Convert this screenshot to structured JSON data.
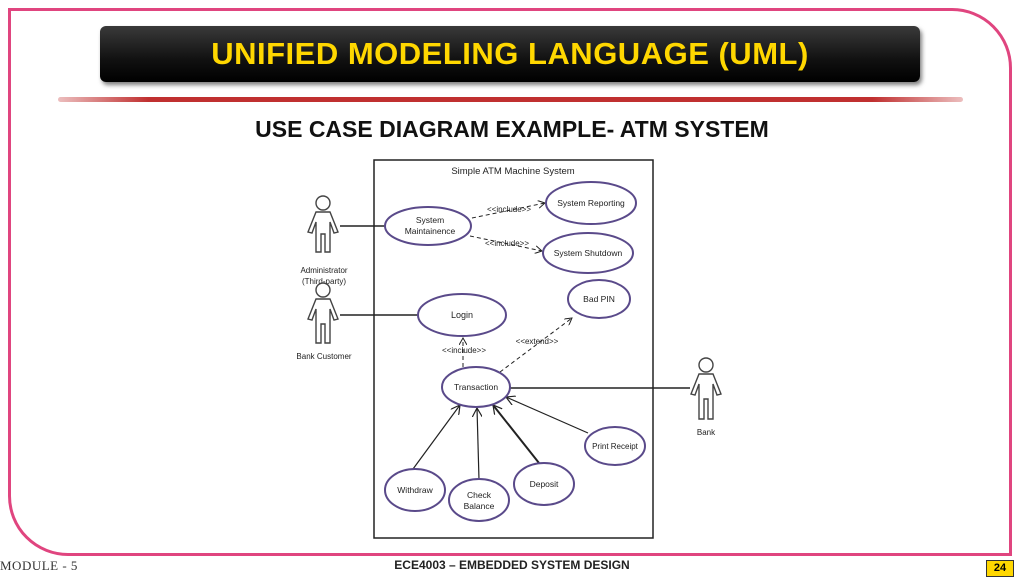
{
  "slide": {
    "title": "UNIFIED MODELING LANGUAGE (UML)",
    "subtitle": "USE CASE DIAGRAM EXAMPLE- ATM SYSTEM",
    "footer_left": "MODULE - 5",
    "footer_center": "ECE4003 – EMBEDDED SYSTEM DESIGN",
    "page_number": "24"
  },
  "diagram": {
    "system_name": "Simple ATM Machine System",
    "actors": {
      "admin": [
        "Administrator",
        "(Third-party)"
      ],
      "customer": "Bank Customer",
      "bank": "Bank"
    },
    "use_cases": {
      "maint": [
        "System",
        "Maintainence"
      ],
      "report": "System Reporting",
      "shutdown": "System Shutdown",
      "login": "Login",
      "badpin": "Bad PIN",
      "transaction": "Transaction",
      "print": "Print Receipt",
      "withdraw": "Withdraw",
      "check": [
        "Check",
        "Balance"
      ],
      "deposit": "Deposit"
    },
    "relations": {
      "include_report": "<<include>>",
      "include_shutdown": "<<include>>",
      "include_login": "<<include>>",
      "extend_badpin": "<<extend>>"
    }
  },
  "colors": {
    "frame": "#e0457f",
    "title_text": "#ffd700",
    "ellipse_stroke": "#5a4a8a",
    "rule": "#c03030"
  }
}
